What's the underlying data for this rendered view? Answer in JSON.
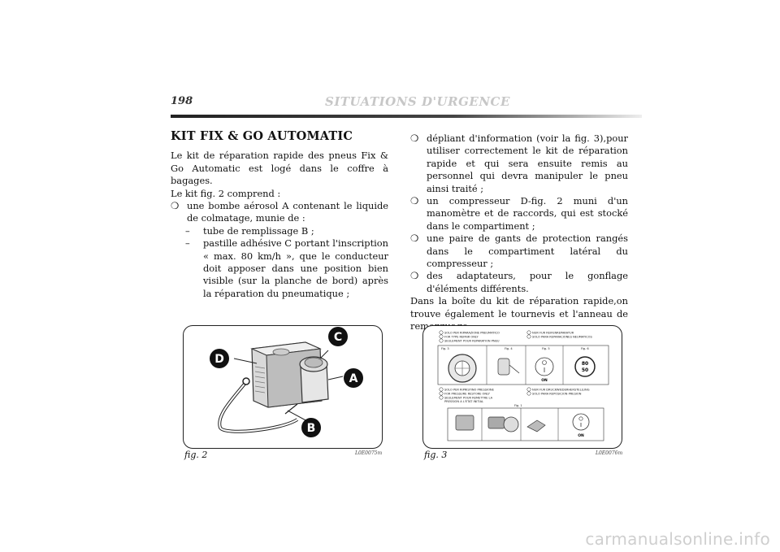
{
  "header": {
    "page_number": "198",
    "section": "SITUATIONS D'URGENCE"
  },
  "title": "KIT FIX & GO AUTOMATIC",
  "left_column": {
    "p1": "Le kit de réparation rapide des pneus Fix & Go Automatic est logé dans le coffre à bagages.",
    "p2": "Le kit fig. 2 comprend :",
    "bullet1": "une bombe aérosol A contenant le liquide de colmatage, munie de :",
    "dash1": "tube de remplissage B ;",
    "dash2": "pastille adhésive C portant l'inscription « max. 80 km/h », que le conducteur doit apposer dans une position bien visible (sur la planche de bord) après la réparation du pneumatique ;"
  },
  "right_column": {
    "bullet1": "dépliant d'information (voir la fig. 3),pour utiliser correctement le kit de réparation rapide et qui sera ensuite remis au personnel qui devra manipuler le pneu ainsi traité ;",
    "bullet2": "un compresseur D-fig. 2 muni d'un manomètre et de raccords, qui est stocké dans le compartiment ;",
    "bullet3": "une paire de gants de protection rangés dans le compartiment latéral du compresseur ;",
    "bullet4": "des adaptateurs, pour le gonflage d'éléments différents.",
    "p1": "Dans la boîte du kit de réparation rapide,on trouve également le tournevis et l'anneau de remorquage."
  },
  "bullet_mark": "❍",
  "dash_mark": "–",
  "figure2": {
    "caption": "fig. 2",
    "code": "L0E0075m",
    "labels": {
      "a": "A",
      "b": "B",
      "c": "C",
      "d": "D"
    }
  },
  "figure3": {
    "caption": "fig. 3",
    "code": "L0E0076m",
    "top_left": [
      "SOLO PER RIPARAZIONE PNEUMATICO",
      "FOR TYPE REPAIR ONLY",
      "SEULEMENT POUR REPARATION PNEU"
    ],
    "top_right": [
      "NUR FUR REIFENREPARATUR",
      "SOLO PARA REPARACIONES NEUMATICOS"
    ],
    "panel_labels": [
      "Fig. 3",
      "Fig. 4",
      "Fig. 5",
      "Fig. 6"
    ],
    "mid_left": [
      "SOLO PER RIPRISTINO PRESSIONE",
      "FOR PRESSURE RESTORE ONLY",
      "SEULEMENT POUR REMETTRE LA",
      "PRESSION A L'ETAT INITIAL"
    ],
    "mid_right": [
      "NUR FUR DRUCKWIEDERHERSTELLUNG",
      "SOLO PARA REPOSICION PRESION"
    ],
    "bottom_label": "Fig. 1",
    "on_label": "ON",
    "speed": [
      "80",
      "50"
    ]
  },
  "watermark": "carmanualsonline.info"
}
